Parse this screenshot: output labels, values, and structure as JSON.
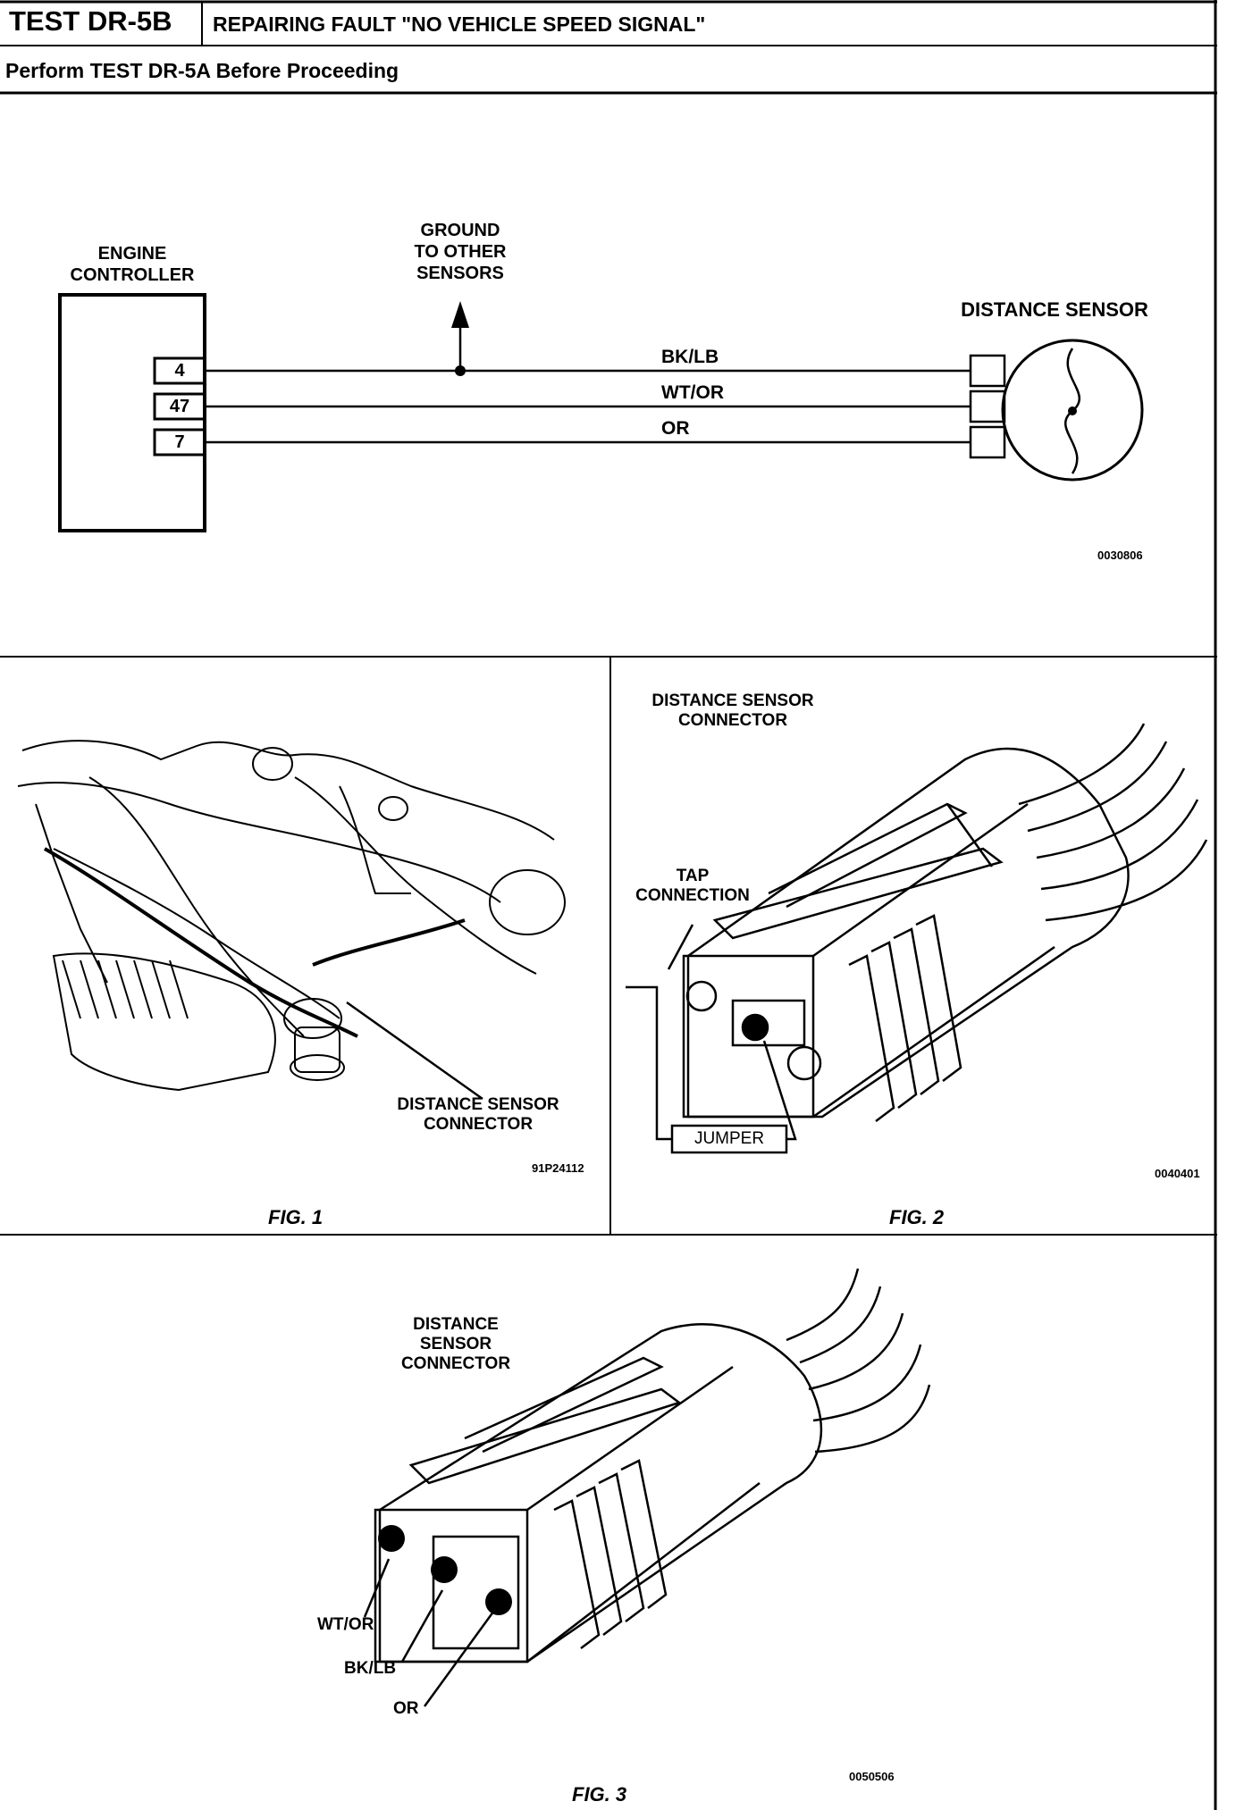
{
  "header": {
    "test_id": "TEST DR-5B",
    "title": "REPAIRING FAULT \"NO VEHICLE SPEED SIGNAL\"",
    "subtitle": "Perform TEST DR-5A Before Proceeding"
  },
  "schematic": {
    "engine_controller_label": "ENGINE\nCONTROLLER",
    "ground_label": "GROUND\nTO OTHER\nSENSORS",
    "distance_sensor_label": "DISTANCE SENSOR",
    "pins": [
      "4",
      "47",
      "7"
    ],
    "wires": [
      "BK/LB",
      "WT/OR",
      "OR"
    ],
    "code": "0030806"
  },
  "fig1": {
    "connector_label": "DISTANCE SENSOR\nCONNECTOR",
    "code": "91P24112",
    "caption": "FIG. 1"
  },
  "fig2": {
    "connector_label": "DISTANCE SENSOR\nCONNECTOR",
    "tap_label": "TAP\nCONNECTION",
    "jumper_label": "JUMPER",
    "code": "0040401",
    "caption": "FIG. 2"
  },
  "fig3": {
    "connector_label": "DISTANCE\nSENSOR\nCONNECTOR",
    "wire_labels": [
      "WT/OR",
      "BK/LB",
      "OR"
    ],
    "code": "0050506",
    "caption": "FIG. 3"
  }
}
